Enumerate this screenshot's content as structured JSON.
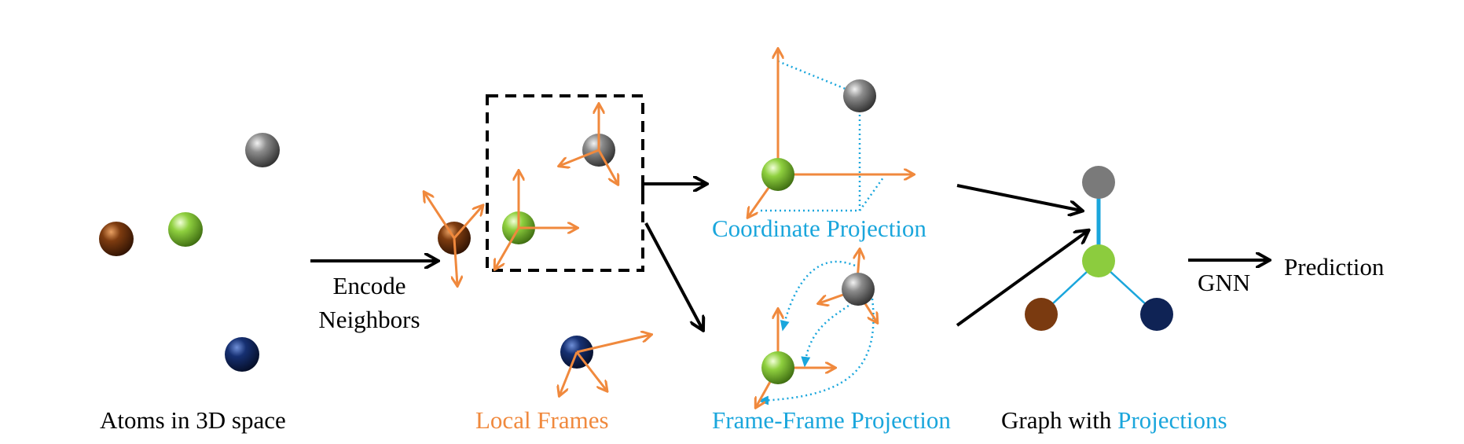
{
  "labels": {
    "atoms": "Atoms in 3D space",
    "encode_line1": "Encode",
    "encode_line2": "Neighbors",
    "local_frames": "Local Frames",
    "coordinate_projection": "Coordinate Projection",
    "frame_frame_projection": "Frame-Frame Projection",
    "graph_with": "Graph with ",
    "projections": "Projections",
    "gnn": "GNN",
    "prediction": "Prediction"
  },
  "colors": {
    "orange": "#f0893d",
    "cyan": "#1aa6dc",
    "black": "#000000",
    "atom_gray": "#7a7a7a",
    "atom_green": "#8ccc3e",
    "atom_brown": "#7a3a10",
    "atom_navy": "#0f2355"
  }
}
